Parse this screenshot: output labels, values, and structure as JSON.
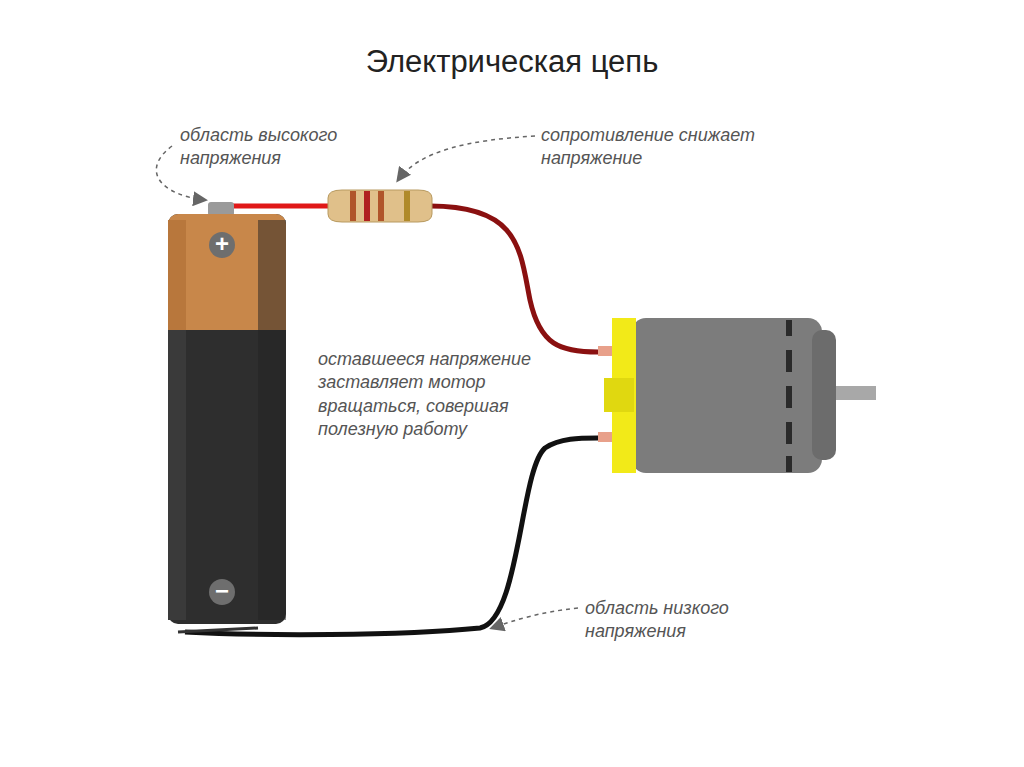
{
  "diagram": {
    "title": "Электрическая цепь",
    "labels": [
      "область высокого напряжения",
      "сопротивление снижает напряжение",
      "оставшееся напряжение заставляет мотор вращаться, совершая полезную работу",
      "область низкого напряжения",
      "+",
      "−"
    ]
  }
}
